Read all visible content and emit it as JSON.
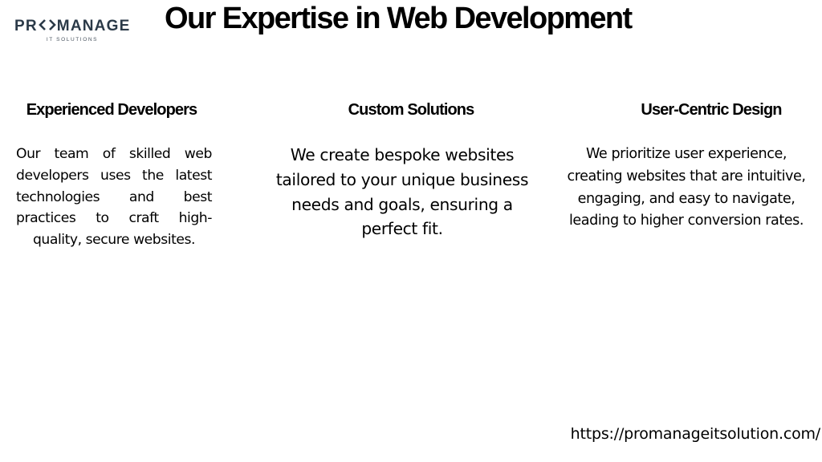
{
  "logo": {
    "brand_left": "PR",
    "brand_right": "MANAGE",
    "tagline": "IT SOLUTIONS",
    "color": "#2b3a48"
  },
  "title": "Our Expertise in Web Development",
  "columns": [
    {
      "heading": "Experienced Developers",
      "text": "Our team of skilled web developers uses the latest technologies and best practices to craft high-quality, secure websites."
    },
    {
      "heading": "Custom Solutions",
      "text": "We create bespoke websites tailored to your unique business needs and goals, ensuring a perfect fit."
    },
    {
      "heading": "User-Centric Design",
      "text": "We prioritize user experience, creating websites that are intuitive, engaging, and easy to navigate, leading to higher conversion rates."
    }
  ],
  "footer": {
    "url": "https://promanageitsolution.com/"
  }
}
